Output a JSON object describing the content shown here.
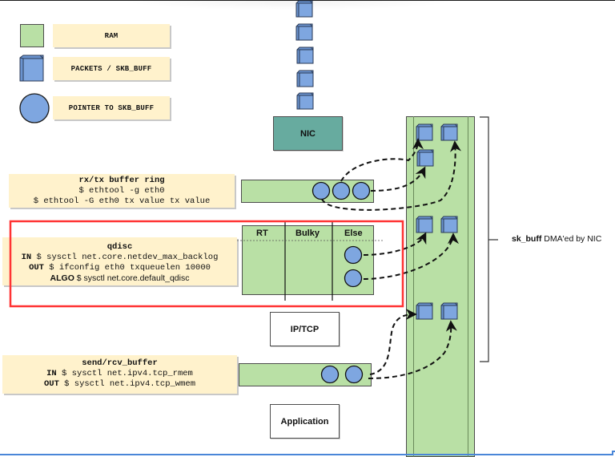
{
  "legend": [
    {
      "icon": "ram-square-icon",
      "label": "RAM"
    },
    {
      "icon": "packet-cube-icon",
      "label": "PACKETS / SKB_BUFF"
    },
    {
      "icon": "pointer-circle-icon",
      "label": "POINTER TO SKB_BUFF"
    }
  ],
  "nic": {
    "label": "NIC"
  },
  "ring_note": {
    "title": "rx/tx buffer ring",
    "line1": "$ ethtool -g eth0",
    "line2": "$ ethtool -G eth0 tx value tx value"
  },
  "qdisc_note": {
    "title": "qdisc",
    "in_key": "IN",
    "in_cmd": " $ sysctl net.core.netdev_max_backlog",
    "out_key": "OUT",
    "out_cmd": " $ ifconfig eth0 txqueuelen 10000",
    "algo_key": "ALGO",
    "algo_cmd": " $ sysctl net.core.default_qdisc"
  },
  "qdisc_columns": [
    "RT",
    "Bulky",
    "Else"
  ],
  "iptcp": {
    "label": "IP/TCP"
  },
  "socket_note": {
    "title": "send/rcv_buffer",
    "in_key": "IN",
    "in_cmd": " $ sysctl net.ipv4.tcp_rmem",
    "out_key": "OUT",
    "out_cmd": " $ sysctl net.ipv4.tcp_wmem"
  },
  "application": {
    "label": "Application"
  },
  "skbuff_label": {
    "bold": "sk_buff",
    "rest": " DMA'ed by NIC"
  },
  "colors": {
    "ram": "#b9e0a5",
    "packet": "#7ea6e0",
    "note": "#fff2cc",
    "nic": "#67ab9f",
    "highlight": "#ff3333"
  }
}
